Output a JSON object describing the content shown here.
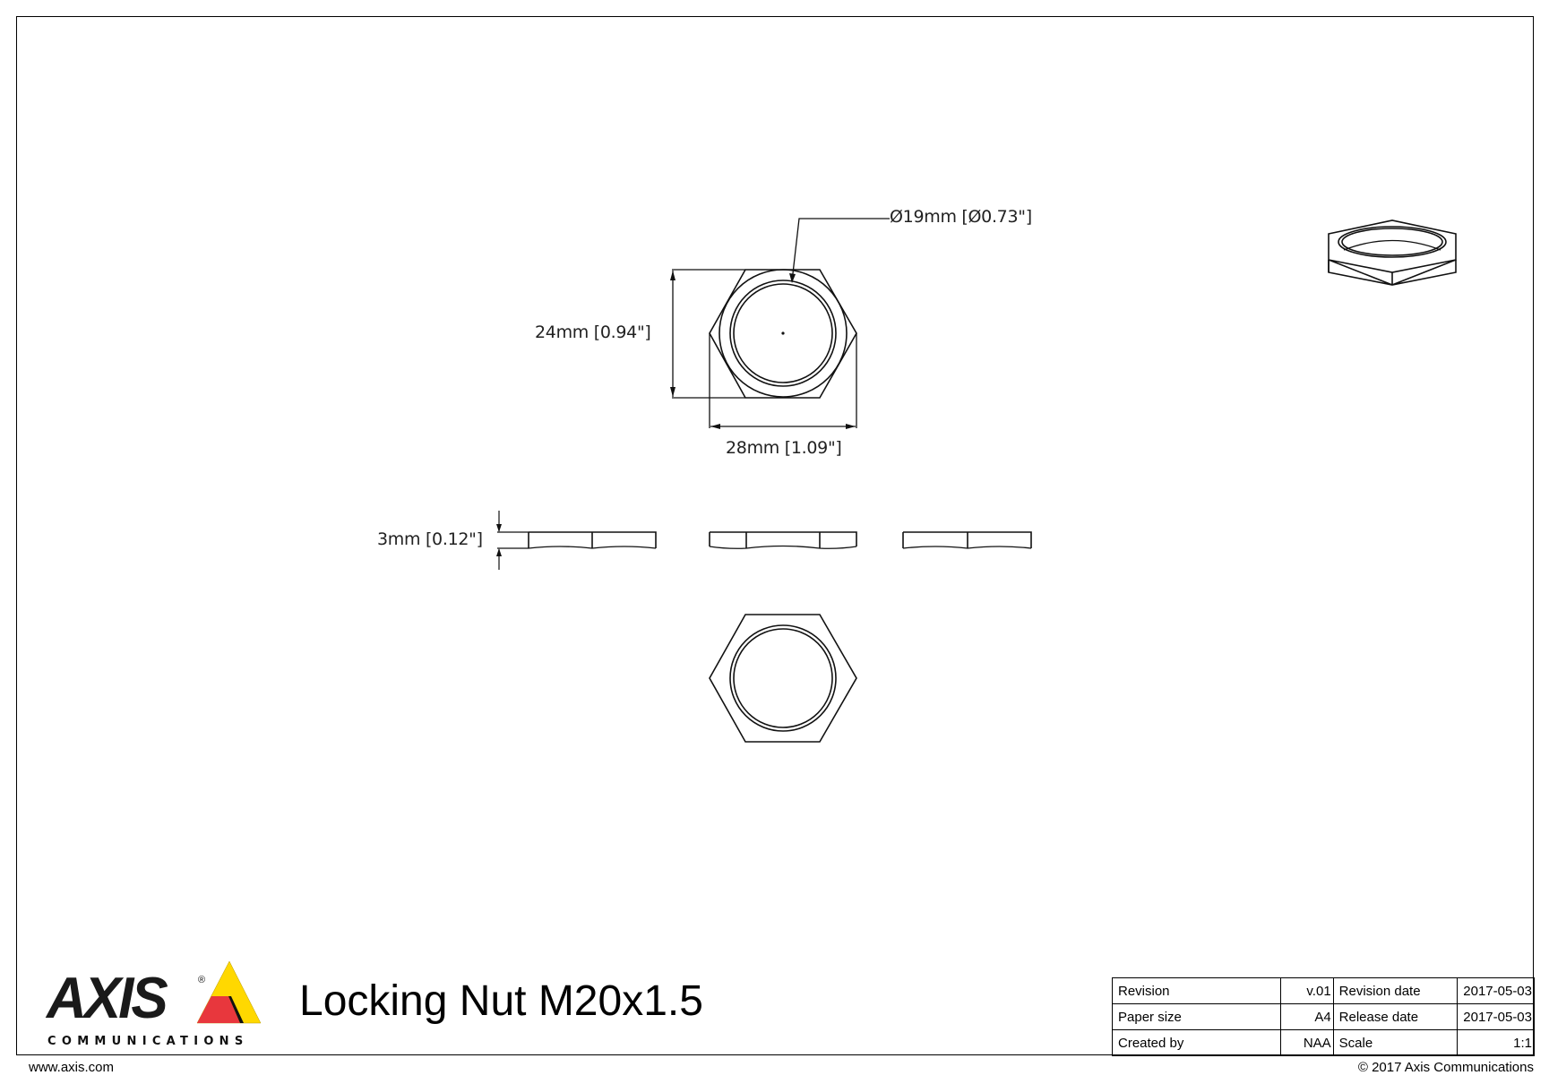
{
  "drawing": {
    "title": "Locking Nut M20x1.5",
    "dimensions": {
      "inner_diameter": "Ø19mm [Ø0.73\"]",
      "height_across_flats": "24mm [0.94\"]",
      "width_across_corners": "28mm [1.09\"]",
      "thickness": "3mm [0.12\"]"
    },
    "views": [
      "top-view",
      "side-view-1",
      "side-view-2",
      "side-view-3",
      "bottom-view",
      "isometric-view"
    ]
  },
  "logo": {
    "brand": "AXIS",
    "registered": "®",
    "subtitle": "COMMUNICATIONS",
    "colors": {
      "yellow": "#FFD800",
      "red": "#E8373D",
      "black": "#1a1a1a"
    }
  },
  "title_block": {
    "rows": [
      {
        "label": "Revision",
        "value": "v.01",
        "label2": "Revision date",
        "value2": "2017-05-03"
      },
      {
        "label": "Paper size",
        "value": "A4",
        "label2": "Release date",
        "value2": "2017-05-03"
      },
      {
        "label": "Created by",
        "value": "NAA",
        "label2": "Scale",
        "value2": "1:1"
      }
    ]
  },
  "footer": {
    "website": "www.axis.com",
    "copyright": "© 2017 Axis Communications"
  }
}
